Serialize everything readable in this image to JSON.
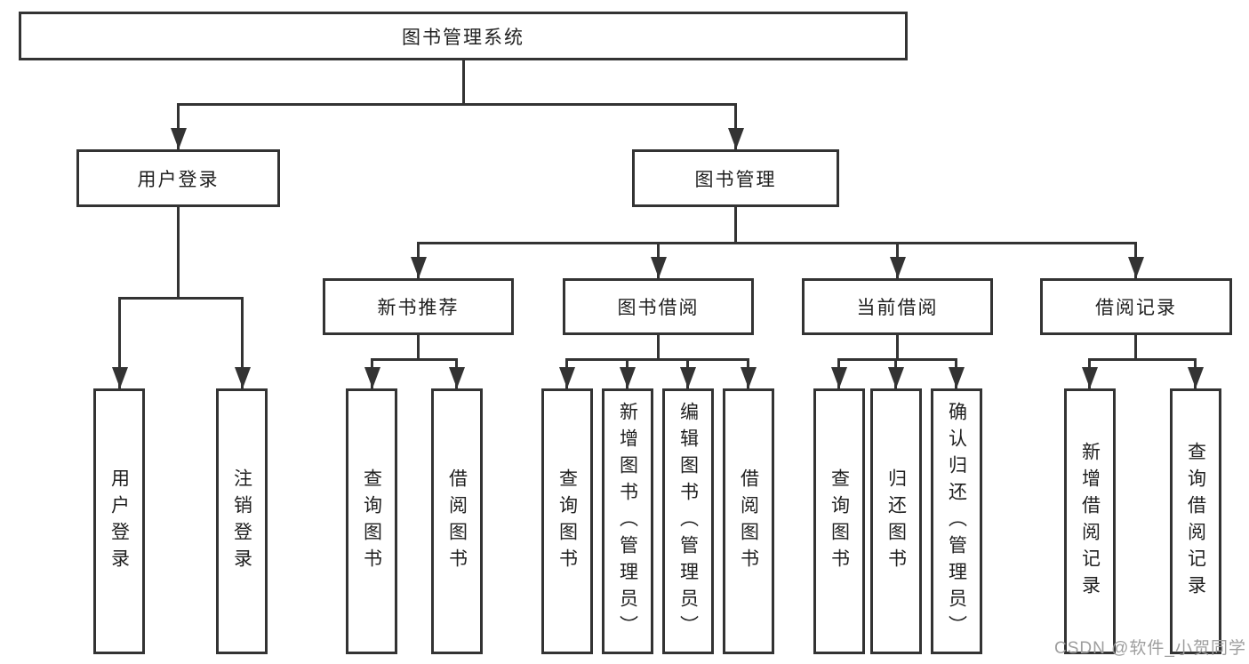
{
  "diagram": {
    "root_label": "图书管理系统",
    "level2": [
      {
        "label": "用户登录",
        "leaves": [
          "用户登录",
          "注销登录"
        ]
      },
      {
        "label": "图书管理",
        "sections": [
          {
            "label": "新书推荐",
            "leaves": [
              "查询图书",
              "借阅图书"
            ]
          },
          {
            "label": "图书借阅",
            "leaves": [
              "查询图书",
              "新增图书（管理员）",
              "编辑图书（管理员）",
              "借阅图书"
            ]
          },
          {
            "label": "当前借阅",
            "leaves": [
              "查询图书",
              "归还图书",
              "确认归还（管理员）"
            ]
          },
          {
            "label": "借阅记录",
            "leaves": [
              "新增借阅记录",
              "查询借阅记录"
            ]
          }
        ]
      }
    ]
  },
  "watermark": {
    "text": "CSDN @软件_小贺同学"
  },
  "colors": {
    "line": "#333333",
    "box_border": "#333333",
    "box_background": "#ffffff",
    "text": "#1f1f1f",
    "watermark": "#9e9e9e",
    "page_background": "#ffffff"
  }
}
